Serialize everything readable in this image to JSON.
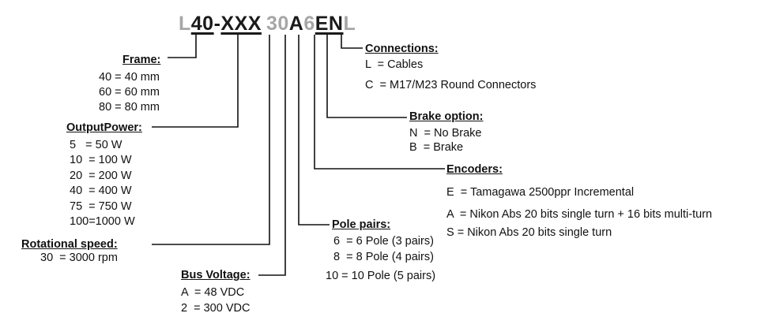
{
  "code": {
    "p1": "L",
    "p2": "40",
    "p3": "-",
    "p4": "XXX",
    "p5": "30",
    "p6": "A",
    "p7": "6",
    "p8": "E",
    "p9": "N",
    "p10": "L"
  },
  "frame": {
    "title": "Frame:",
    "items": [
      "40 = 40 mm",
      "60 = 60 mm",
      "80 = 80 mm"
    ]
  },
  "output_power": {
    "title": "OutputPower:",
    "items": [
      "5   = 50 W",
      "10  = 100 W",
      "20  = 200 W",
      "40  = 400 W",
      "75  = 750 W",
      "100=1000 W"
    ]
  },
  "rotational_speed": {
    "title": "Rotational speed:",
    "items": [
      "30  = 3000 rpm"
    ]
  },
  "bus_voltage": {
    "title": "Bus Voltage:",
    "items": [
      "A  = 48 VDC",
      "2  = 300 VDC"
    ]
  },
  "pole_pairs": {
    "title": "Pole pairs:",
    "items": [
      "6  = 6 Pole (3 pairs)",
      "8  = 8 Pole (4 pairs)",
      "10 = 10 Pole (5 pairs)"
    ]
  },
  "encoders": {
    "title": "Encoders:",
    "items": [
      "E  = Tamagawa 2500ppr Incremental",
      "A  = Nikon Abs 20 bits single turn + 16 bits multi-turn",
      "S = Nikon Abs 20 bits single turn"
    ]
  },
  "brake": {
    "title": "Brake option:",
    "items": [
      "N  = No Brake",
      "B  = Brake"
    ]
  },
  "connections": {
    "title": "Connections:",
    "items": [
      "L  = Cables",
      "C  = M17/M23 Round Connectors"
    ]
  }
}
